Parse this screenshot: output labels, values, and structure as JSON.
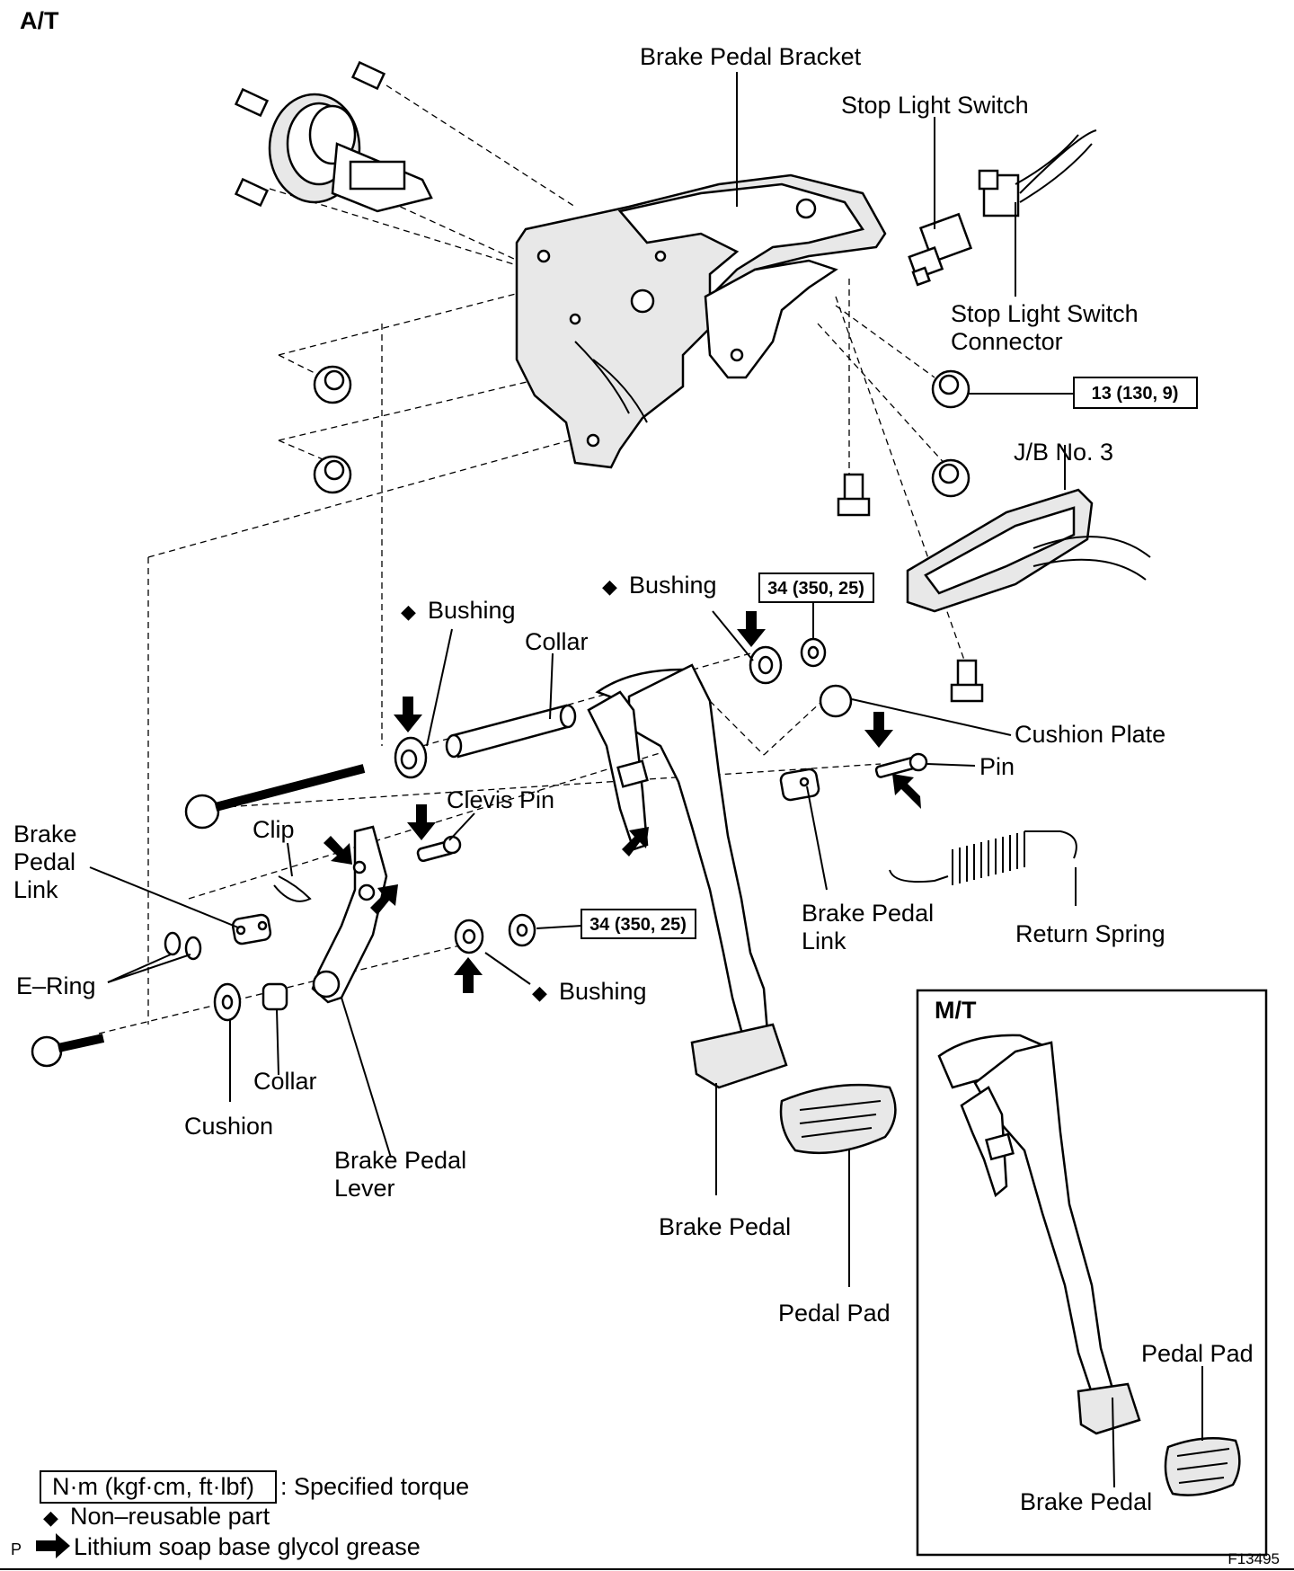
{
  "variant_label": "A/T",
  "figure_code": "F13495",
  "corner_mark": "P",
  "labels": {
    "brake_pedal_bracket": "Brake Pedal Bracket",
    "stop_light_switch": "Stop Light Switch",
    "stop_light_switch_connector_1": "Stop Light Switch",
    "stop_light_switch_connector_2": "Connector",
    "jb_no3": "J/B No. 3",
    "bushing_center": "Bushing",
    "bushing_upper_right": "Bushing",
    "bushing_lower": "Bushing",
    "collar_upper": "Collar",
    "cushion_plate": "Cushion Plate",
    "pin": "Pin",
    "clevis_pin": "Clevis Pin",
    "clip": "Clip",
    "brake_pedal_link_left_1": "Brake",
    "brake_pedal_link_left_2": "Pedal",
    "brake_pedal_link_left_3": "Link",
    "brake_pedal_link_right_1": "Brake Pedal",
    "brake_pedal_link_right_2": "Link",
    "return_spring": "Return Spring",
    "e_ring": "E–Ring",
    "collar_lower": "Collar",
    "cushion": "Cushion",
    "brake_pedal_lever_1": "Brake Pedal",
    "brake_pedal_lever_2": "Lever",
    "brake_pedal": "Brake Pedal",
    "pedal_pad": "Pedal Pad"
  },
  "torques": {
    "bracket_nut": "13 (130, 9)",
    "upper_pivot_nut": "34 (350, 25)",
    "lower_pivot_nut": "34 (350, 25)"
  },
  "inset": {
    "title": "M/T",
    "pedal_pad": "Pedal Pad",
    "brake_pedal": "Brake Pedal"
  },
  "legend": {
    "torque_unit": "N·m (kgf·cm, ft·lbf)",
    "torque_desc": ": Specified torque",
    "non_reusable": "Non–reusable part",
    "grease": "Lithium soap base glycol grease"
  },
  "symbols": {
    "non_reusable": "◆",
    "grease_arrow": "➔"
  },
  "colors": {
    "ink": "#000000",
    "paper": "#ffffff"
  }
}
